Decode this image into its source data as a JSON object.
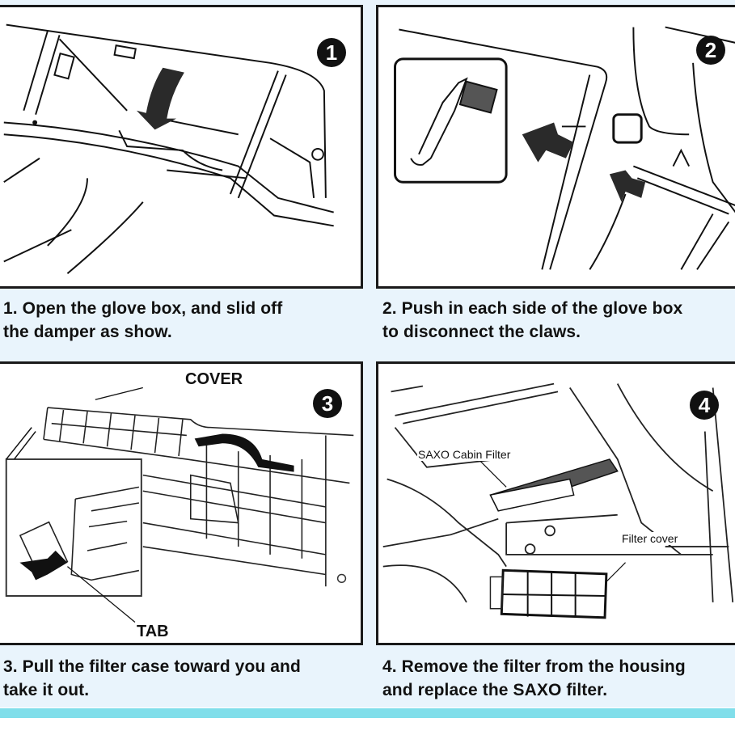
{
  "title": "SAXO Cabin Filter replacement instructions",
  "steps": [
    {
      "number": "1",
      "caption_line1": "1. Open the glove box, and slid off",
      "caption_line2": "the damper as show.",
      "illustration": "glove-box-open-arrow-down"
    },
    {
      "number": "2",
      "caption_line1": "2. Push in each side of the glove box",
      "caption_line2": "to disconnect the claws.",
      "illustration": "glove-box-side-push-claws"
    },
    {
      "number": "3",
      "caption_line1": "3. Pull the filter case toward you and",
      "caption_line2": "take it out.",
      "illustration": "filter-case-cover-tab",
      "labels": {
        "cover": "COVER",
        "tab": "TAB"
      }
    },
    {
      "number": "4",
      "caption_line1": "4. Remove the filter from the housing",
      "caption_line2": "and replace the SAXO filter.",
      "illustration": "filter-housing-cover",
      "labels": {
        "cabin_filter": "SAXO Cabin Filter",
        "filter_cover": "Filter cover"
      }
    }
  ],
  "colors": {
    "background": "#e9f4fc",
    "panel_border": "#1a1a1a",
    "footer_bar": "#80deea",
    "badge": "#111111"
  }
}
